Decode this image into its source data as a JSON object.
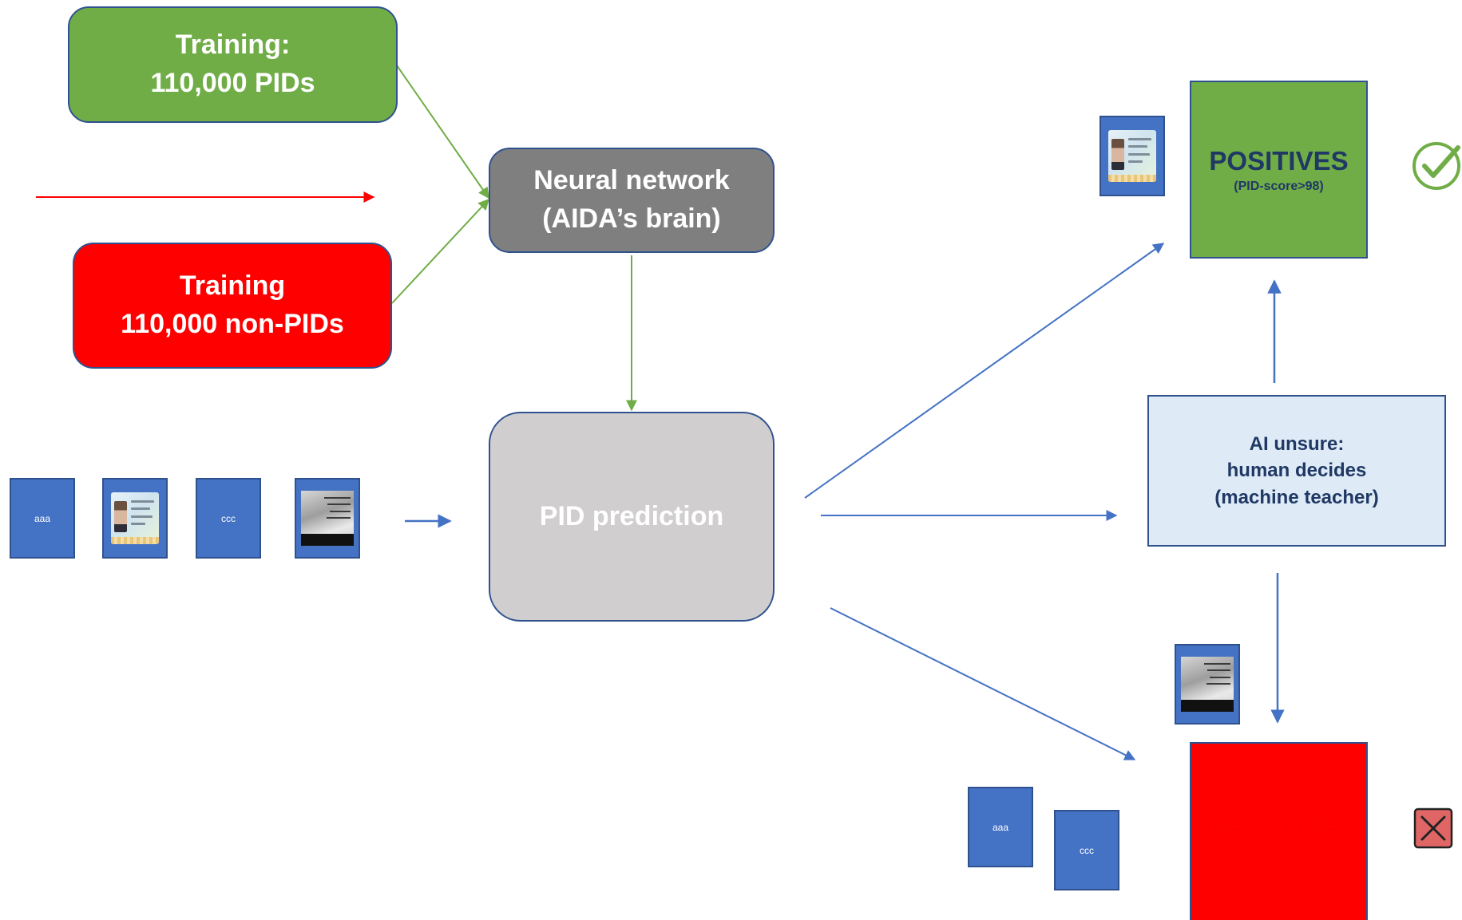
{
  "training_pids": {
    "line1": "Training:",
    "line2": "110,000 PIDs",
    "color": "#70ad47"
  },
  "training_non_pids": {
    "line1": "Training",
    "line2": "110,000 non-PIDs",
    "color": "#ff0000"
  },
  "neural_network": {
    "line1": "Neural network",
    "line2": "(AIDA’s brain)",
    "color": "#7f7f7f"
  },
  "pid_prediction": {
    "label": "PID prediction",
    "color": "#d0cece"
  },
  "positives": {
    "title": "POSITIVES",
    "subtitle": "(PID-score>98)",
    "color": "#70ad47"
  },
  "negatives": {
    "title": "NEGATIVES",
    "subtitle": "(PID-score <90)",
    "color": "#ff0000"
  },
  "ai_unsure": {
    "line1": "AI unsure:",
    "line2": "human decides",
    "line3": "(machine teacher)",
    "color": "#deebf7"
  },
  "input_documents": [
    {
      "label": "aaa",
      "kind": "blank"
    },
    {
      "label": "",
      "kind": "id-card"
    },
    {
      "label": "ccc",
      "kind": "blank"
    },
    {
      "label": "",
      "kind": "scan"
    }
  ],
  "negative_documents": [
    {
      "label": "aaa"
    },
    {
      "label": "ccc"
    }
  ],
  "icons": {
    "positive": "check-circle-icon",
    "negative": "cross-box-icon"
  },
  "colors": {
    "arrow_blue": "#4472c4",
    "arrow_green": "#70ad47",
    "arrow_red": "#ff0000",
    "text_navy": "#203864"
  }
}
